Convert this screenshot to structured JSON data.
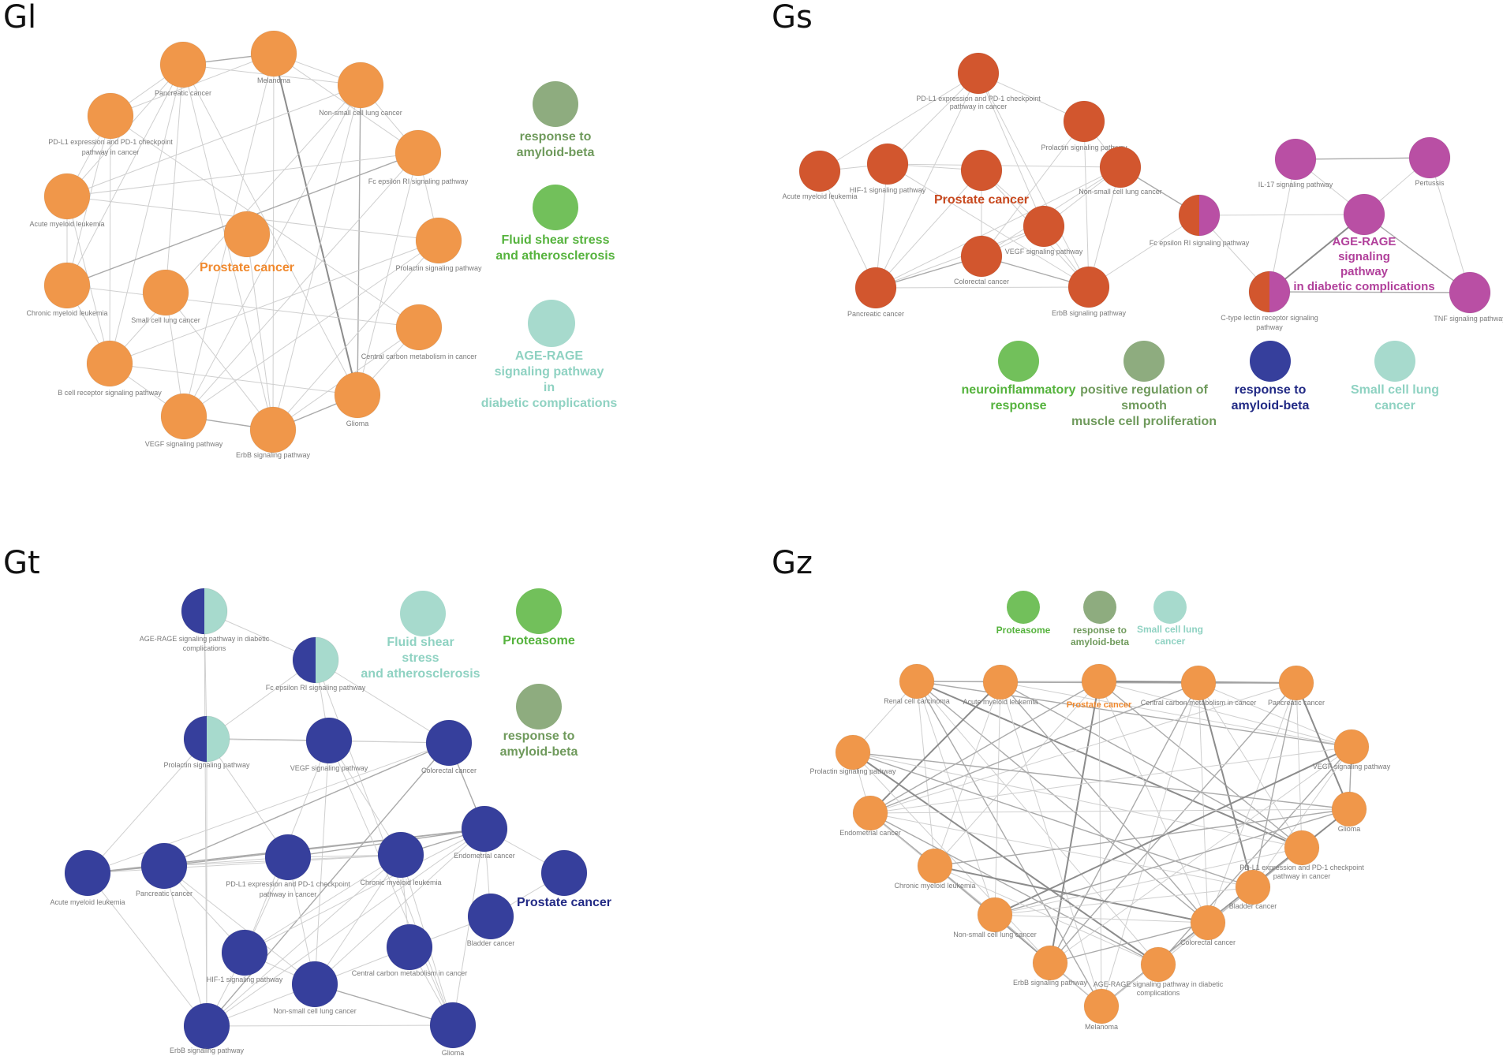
{
  "panels": [
    {
      "id": "Gl",
      "title": "Gl",
      "nodes": [
        {
          "label": "Pancreatic cancer",
          "fill": "#f0974a"
        },
        {
          "label": "Melanoma",
          "fill": "#f0974a"
        },
        {
          "label": "Non-small cell lung cancer",
          "fill": "#f0974a"
        },
        {
          "label": "PD-L1 expression and PD-1 checkpoint pathway in cancer",
          "fill": "#f0974a"
        },
        {
          "label": "Fc epsilon RI signaling pathway",
          "fill": "#f0974a"
        },
        {
          "label": "Acute myeloid leukemia",
          "fill": "#f0974a"
        },
        {
          "label": "Prostate cancer",
          "fill": "#f0974a"
        },
        {
          "label": "Prolactin signaling pathway",
          "fill": "#f0974a"
        },
        {
          "label": "Chronic myeloid leukemia",
          "fill": "#f0974a"
        },
        {
          "label": "Small cell lung cancer",
          "fill": "#f0974a"
        },
        {
          "label": "Central carbon metabolism in cancer",
          "fill": "#f0974a"
        },
        {
          "label": "B cell receptor signaling pathway",
          "fill": "#f0974a"
        },
        {
          "label": "Glioma",
          "fill": "#f0974a"
        },
        {
          "label": "VEGF signaling pathway",
          "fill": "#f0974a"
        },
        {
          "label": "ErbB signaling pathway",
          "fill": "#f0974a"
        }
      ],
      "highlights": [
        {
          "text": "Prostate cancer",
          "color": "#f0892e"
        }
      ],
      "legend": [
        {
          "text": "response to amyloid-beta",
          "fill": "#8eac7f",
          "color": "#6f9a5c"
        },
        {
          "text": "Fluid shear stress and atherosclerosis",
          "fill": "#72c05b",
          "color": "#55b33d"
        },
        {
          "text": "AGE-RAGE signaling pathway in diabetic complications",
          "fill": "#a7dacd",
          "color": "#8fd2c2"
        }
      ]
    },
    {
      "id": "Gs",
      "title": "Gs",
      "nodes": [
        {
          "label": "PD-L1 expression and PD-1 checkpoint pathway in cancer",
          "fill": "#d2562e"
        },
        {
          "label": "Prolactin signaling pathway",
          "fill": "#d2562e"
        },
        {
          "label": "Acute myeloid leukemia",
          "fill": "#d2562e"
        },
        {
          "label": "HIF-1 signaling pathway",
          "fill": "#d2562e"
        },
        {
          "label": "Prostate cancer",
          "fill": "#d2562e"
        },
        {
          "label": "Non-small cell lung cancer",
          "fill": "#d2562e"
        },
        {
          "label": "VEGF signaling pathway",
          "fill": "#d2562e"
        },
        {
          "label": "Colorectal cancer",
          "fill": "#d2562e"
        },
        {
          "label": "Pancreatic cancer",
          "fill": "#d2562e"
        },
        {
          "label": "ErbB signaling pathway",
          "fill": "#d2562e"
        },
        {
          "label": "Fc epsilon RI signaling pathway",
          "fill": "#d2562e",
          "fill2": "#b94fa4"
        },
        {
          "label": "C-type lectin receptor signaling pathway",
          "fill": "#d2562e",
          "fill2": "#b94fa4"
        },
        {
          "label": "IL-17 signaling pathway",
          "fill": "#b94fa4"
        },
        {
          "label": "Pertussis",
          "fill": "#b94fa4"
        },
        {
          "label": "AGE-RAGE signaling pathway in diabetic complications",
          "fill": "#b94fa4"
        },
        {
          "label": "TNF signaling pathway",
          "fill": "#b94fa4"
        }
      ],
      "highlights": [
        {
          "text": "Prostate cancer",
          "color": "#c8491f"
        },
        {
          "text": "AGE-RAGE signaling pathway in diabetic complications",
          "color": "#b1409b"
        }
      ],
      "legend": [
        {
          "text": "neuroinflammatory response",
          "fill": "#72c05b",
          "color": "#55b33d"
        },
        {
          "text": "positive regulation of smooth muscle cell proliferation",
          "fill": "#8eac7f",
          "color": "#6f9a5c"
        },
        {
          "text": "response to amyloid-beta",
          "fill": "#363f9c",
          "color": "#222a85"
        },
        {
          "text": "Small cell lung cancer",
          "fill": "#a7dacd",
          "color": "#8fd2c2"
        }
      ]
    },
    {
      "id": "Gt",
      "title": "Gt",
      "nodes": [
        {
          "label": "AGE-RAGE signaling pathway in diabetic complications",
          "fill": "#363f9c",
          "fill2": "#a7dacd"
        },
        {
          "label": "Fc epsilon RI signaling pathway",
          "fill": "#363f9c",
          "fill2": "#a7dacd"
        },
        {
          "label": "Prolactin signaling pathway",
          "fill": "#363f9c",
          "fill2": "#a7dacd"
        },
        {
          "label": "VEGF signaling pathway",
          "fill": "#363f9c"
        },
        {
          "label": "Colorectal cancer",
          "fill": "#363f9c"
        },
        {
          "label": "Endometrial cancer",
          "fill": "#363f9c"
        },
        {
          "label": "Acute myeloid leukemia",
          "fill": "#363f9c"
        },
        {
          "label": "Pancreatic cancer",
          "fill": "#363f9c"
        },
        {
          "label": "PD-L1 expression and PD-1 checkpoint pathway in cancer",
          "fill": "#363f9c"
        },
        {
          "label": "Chronic myeloid leukemia",
          "fill": "#363f9c"
        },
        {
          "label": "Prostate cancer",
          "fill": "#363f9c"
        },
        {
          "label": "Bladder cancer",
          "fill": "#363f9c"
        },
        {
          "label": "HIF-1 signaling pathway",
          "fill": "#363f9c"
        },
        {
          "label": "Central carbon metabolism in cancer",
          "fill": "#363f9c"
        },
        {
          "label": "Non-small cell lung cancer",
          "fill": "#363f9c"
        },
        {
          "label": "ErbB signaling pathway",
          "fill": "#363f9c"
        },
        {
          "label": "Glioma",
          "fill": "#363f9c"
        }
      ],
      "highlights": [
        {
          "text": "Prostate cancer",
          "color": "#222a85"
        }
      ],
      "legend": [
        {
          "text": "Fluid shear stress and atherosclerosis",
          "fill": "#a7dacd",
          "color": "#8fd2c2"
        },
        {
          "text": "Proteasome",
          "fill": "#72c05b",
          "color": "#55b33d"
        },
        {
          "text": "response to amyloid-beta",
          "fill": "#8eac7f",
          "color": "#6f9a5c"
        }
      ]
    },
    {
      "id": "Gz",
      "title": "Gz",
      "nodes": [
        {
          "label": "Renal cell carcinoma",
          "fill": "#f0974a"
        },
        {
          "label": "Acute myeloid leukemia",
          "fill": "#f0974a"
        },
        {
          "label": "Prostate cancer",
          "fill": "#f0974a"
        },
        {
          "label": "Central carbon metabolism in cancer",
          "fill": "#f0974a"
        },
        {
          "label": "Pancreatic cancer",
          "fill": "#f0974a"
        },
        {
          "label": "Prolactin signaling pathway",
          "fill": "#f0974a"
        },
        {
          "label": "VEGF signaling pathway",
          "fill": "#f0974a"
        },
        {
          "label": "Endometrial cancer",
          "fill": "#f0974a"
        },
        {
          "label": "Glioma",
          "fill": "#f0974a"
        },
        {
          "label": "Chronic myeloid leukemia",
          "fill": "#f0974a"
        },
        {
          "label": "PD-L1 expression and PD-1 checkpoint pathway in cancer",
          "fill": "#f0974a"
        },
        {
          "label": "Bladder cancer",
          "fill": "#f0974a"
        },
        {
          "label": "Non-small cell lung cancer",
          "fill": "#f0974a"
        },
        {
          "label": "Colorectal cancer",
          "fill": "#f0974a"
        },
        {
          "label": "ErbB signaling pathway",
          "fill": "#f0974a"
        },
        {
          "label": "AGE-RAGE signaling pathway in diabetic complications",
          "fill": "#f0974a"
        },
        {
          "label": "Melanoma",
          "fill": "#f0974a"
        }
      ],
      "highlights": [
        {
          "text": "Prostate cancer",
          "color": "#f0892e"
        }
      ],
      "legend": [
        {
          "text": "Proteasome",
          "fill": "#72c05b",
          "color": "#55b33d"
        },
        {
          "text": "response to amyloid-beta",
          "fill": "#8eac7f",
          "color": "#6f9a5c"
        },
        {
          "text": "Small cell lung cancer",
          "fill": "#a7dacd",
          "color": "#8fd2c2"
        }
      ]
    }
  ]
}
